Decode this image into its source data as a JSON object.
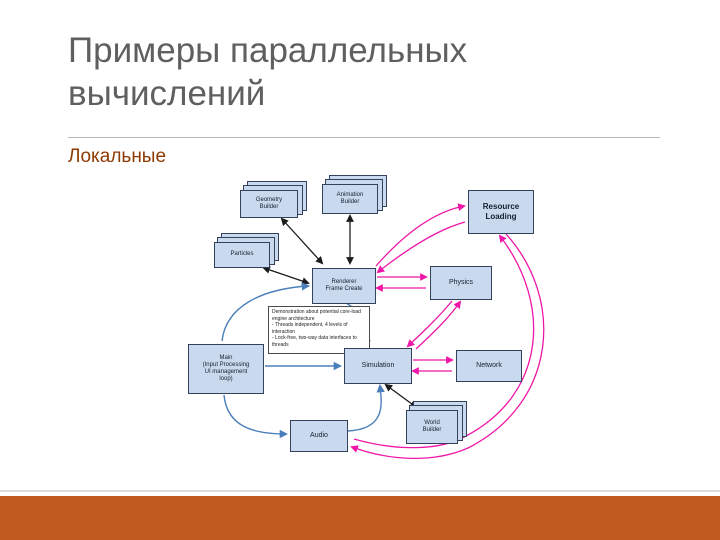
{
  "slide": {
    "title": "Примеры параллельных\nвычислений",
    "subtitle": "Локальные"
  },
  "colors": {
    "title_text": "#5f5f5f",
    "subtitle_text": "#8d3b03",
    "footer_bar": "#c05a1e",
    "node_fill": "#c9daef",
    "node_border": "#33415c",
    "arrow_black": "#1c1c1c",
    "arrow_blue": "#4a7ebb",
    "arrow_magenta": "#ee18a8"
  },
  "diagram": {
    "nodes": {
      "geometry_builder": "Geometry\nBuilder",
      "animation_builder": "Animation\nBuilder",
      "resource_loading": "Resource\nLoading",
      "particles": "Particles",
      "renderer": "Renderer\nFrame Create",
      "physics": "Physics",
      "main": "Main\n(Input Processing\nUI management\nloop)",
      "simulation": "Simulation",
      "network": "Network",
      "audio": "Audio",
      "world_builder": "World\nBuilder",
      "annotation": "Demonstration about potential core-load\nengine architecture\n- Threads independent, 4 levels of interaction\n- Lock-free, two-way data interfaces to threads"
    },
    "edges": [
      {
        "from": "geometry_builder",
        "to": "renderer",
        "color": "black",
        "bidirectional": true
      },
      {
        "from": "animation_builder",
        "to": "renderer",
        "color": "black",
        "bidirectional": true
      },
      {
        "from": "particles",
        "to": "renderer",
        "color": "black",
        "bidirectional": true
      },
      {
        "from": "simulation",
        "to": "world_builder",
        "color": "black",
        "bidirectional": true
      },
      {
        "from": "renderer",
        "to": "physics",
        "color": "magenta",
        "bidirectional": true
      },
      {
        "from": "physics",
        "to": "simulation",
        "color": "magenta",
        "bidirectional": true
      },
      {
        "from": "simulation",
        "to": "network",
        "color": "magenta",
        "bidirectional": true
      },
      {
        "from": "renderer",
        "to": "resource_loading",
        "color": "magenta",
        "bidirectional": true
      },
      {
        "from": "resource_loading",
        "to": "audio",
        "color": "magenta",
        "bidirectional": true
      },
      {
        "from": "main",
        "to": "renderer",
        "color": "blue"
      },
      {
        "from": "main",
        "to": "simulation",
        "color": "blue"
      },
      {
        "from": "main",
        "to": "audio",
        "color": "blue"
      },
      {
        "from": "renderer",
        "to": "simulation",
        "color": "blue"
      },
      {
        "from": "audio",
        "to": "simulation",
        "color": "blue"
      }
    ]
  }
}
